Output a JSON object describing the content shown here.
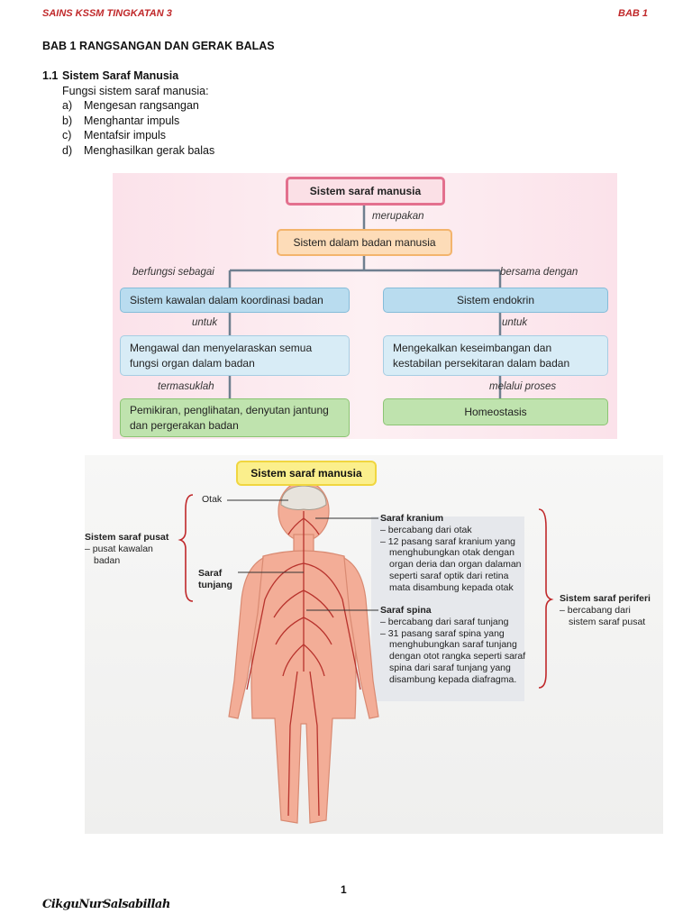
{
  "header": {
    "left": "SAINS KSSM TINGKATAN 3",
    "right": "BAB 1"
  },
  "doc_title": "BAB 1 RANGSANGAN DAN GERAK BALAS",
  "section": {
    "number": "1.1",
    "title": "Sistem Saraf Manusia",
    "intro": "Fungsi sistem saraf manusia:"
  },
  "functions": [
    {
      "letter": "a)",
      "text": "Mengesan rangsangan"
    },
    {
      "letter": "b)",
      "text": "Menghantar impuls"
    },
    {
      "letter": "c)",
      "text": "Mentafsir impuls"
    },
    {
      "letter": "d)",
      "text": "Menghasilkan gerak balas"
    }
  ],
  "flowchart": {
    "top": "Sistem saraf manusia",
    "link1": "merupakan",
    "second": "Sistem dalam badan manusia",
    "left_link": "berfungsi sebagai",
    "right_link": "bersama dengan",
    "left": {
      "box1": "Sistem kawalan dalam koordinasi badan",
      "link2": "untuk",
      "box2": "Mengawal dan menyelaraskan semua fungsi organ dalam badan",
      "link3": "termasuklah",
      "box3": "Pemikiran, penglihatan, denyutan jantung dan pergerakan badan"
    },
    "right": {
      "box1": "Sistem endokrin",
      "link2": "untuk",
      "box2": "Mengekalkan keseimbangan dan kestabilan persekitaran dalam badan",
      "link3": "melalui proses",
      "box3": "Homeostasis"
    }
  },
  "diagram": {
    "title": "Sistem saraf manusia",
    "otak": "Otak",
    "saraf_tunjang": [
      "Saraf",
      "tunjang"
    ],
    "cns": {
      "title": "Sistem saraf pusat",
      "desc": [
        "– pusat kawalan",
        "badan"
      ]
    },
    "kranium": {
      "title": "Saraf kranium",
      "lines": [
        "– bercabang dari otak",
        "– 12 pasang saraf kranium yang",
        "menghubungkan otak dengan",
        "organ deria dan organ dalaman",
        "seperti saraf optik dari retina",
        "mata disambung kepada otak"
      ]
    },
    "spina": {
      "title": "Saraf spina",
      "lines": [
        "– bercabang dari saraf tunjang",
        "– 31 pasang saraf spina yang",
        "menghubungkan saraf tunjang",
        "dengan otot rangka seperti saraf",
        "spina dari saraf tunjang yang",
        "disambung kepada diafragma."
      ]
    },
    "pns": {
      "title": "Sistem saraf periferi",
      "desc": [
        "– bercabang dari",
        "sistem saraf pusat"
      ]
    }
  },
  "page_number": "1",
  "footer_signature": "CikguNurSalsabillah",
  "colors": {
    "header_red": "#c0282a",
    "pink_border": "#e3708e",
    "orange_box": "#fddcb8",
    "blue_box": "#b9dcef",
    "green_box": "#bfe3ae",
    "badge_yellow": "#fbef8c",
    "nerve_red": "#b8332d"
  }
}
